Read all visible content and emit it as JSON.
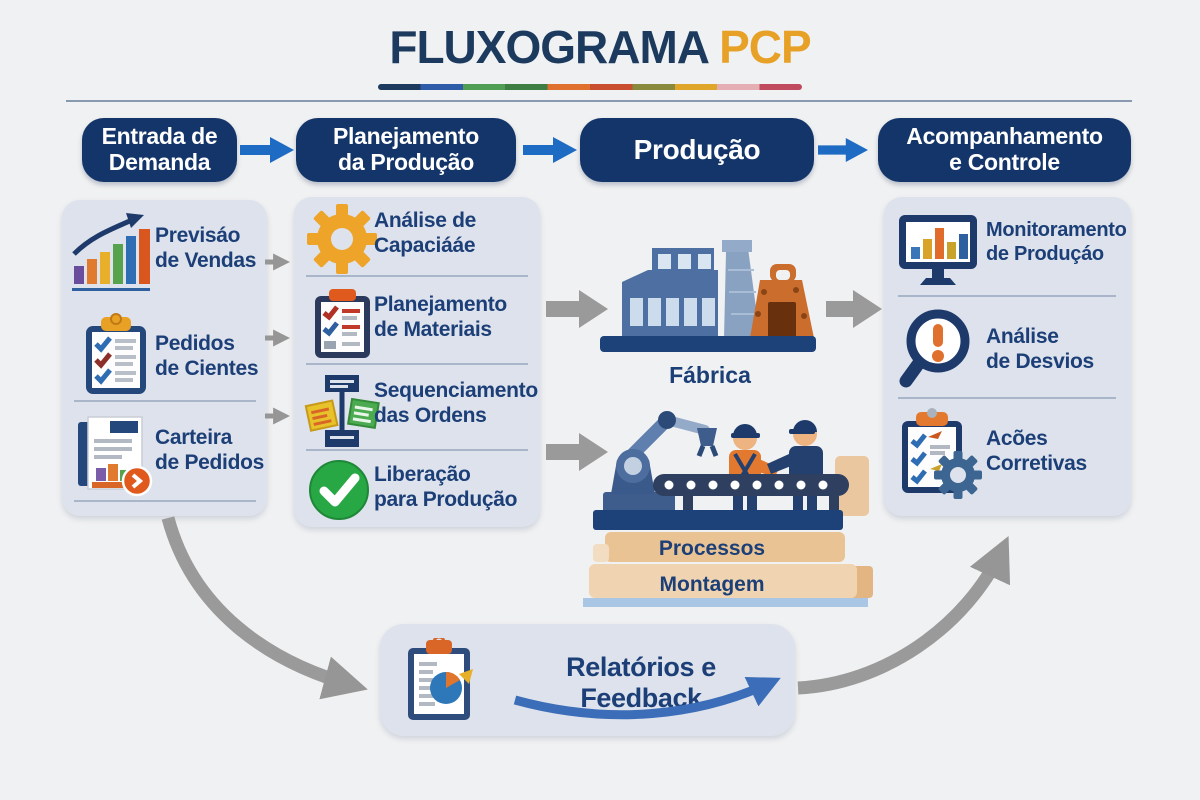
{
  "title": {
    "main": "FLUXOGRAMA",
    "accent": "PCP"
  },
  "stages": [
    {
      "id": "entrada-de-demanda",
      "label": "Entrada de\nDemanda"
    },
    {
      "id": "planejamento-da-producao",
      "label": "Planejamento\nda Produção"
    },
    {
      "id": "producao",
      "label": "Produção"
    },
    {
      "id": "acompanhamento-e-controle",
      "label": "Acompanhamento\ne Controle"
    }
  ],
  "demanda_items": [
    {
      "icon": "sales-forecast-chart-icon",
      "label": "Previsáo\nde Vendas"
    },
    {
      "icon": "customer-orders-clipboard-icon",
      "label": "Pedidos\nde Cientes"
    },
    {
      "icon": "order-portfolio-document-icon",
      "label": "Carteira\nde Pedidos"
    }
  ],
  "planejamento_items": [
    {
      "icon": "gear-icon",
      "label": "Análise de\nCapaciááe"
    },
    {
      "icon": "materials-clipboard-icon",
      "label": "Planejamento\nde Materiais"
    },
    {
      "icon": "sequence-flow-icon",
      "label": "Sequenciamento\ndas Ordens"
    },
    {
      "icon": "check-circle-icon",
      "label": "Liberação\npara Produção"
    }
  ],
  "producao": {
    "factory_label": "Fábrica",
    "process_label": "Processos",
    "assembly_label": "Montagem"
  },
  "controle_items": [
    {
      "icon": "monitor-chart-icon",
      "label": "Monitoramento\nde Produçáo"
    },
    {
      "icon": "magnifier-alert-icon",
      "label": "Análise\nde Desvios"
    },
    {
      "icon": "clipboard-gear-icon",
      "label": "Acões\nCorretivas"
    }
  ],
  "footer": {
    "icon": "report-pie-clipboard-icon",
    "label": "Relatórios e Feedback"
  },
  "colors": {
    "background": "#f0f1f2",
    "pill_navy": "#143569",
    "text_navy": "#1c3f77",
    "title_accent_orange": "#e7a126",
    "flow_arrow_blue": "#1e6bc4",
    "connector_gray": "#969696",
    "card_background": "#dde2ec",
    "success_green": "#28a745",
    "gear_orange": "#eda429",
    "kiln_orange": "#cb6d2d"
  }
}
